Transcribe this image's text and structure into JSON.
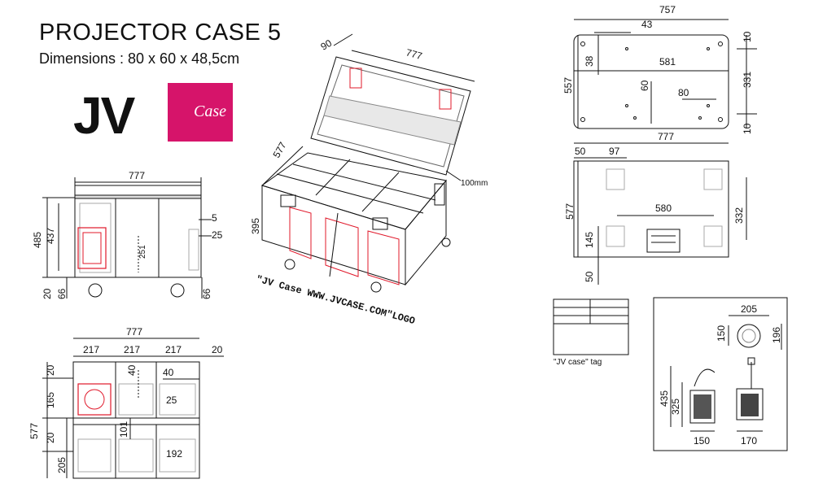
{
  "header": {
    "title": "PROJECTOR CASE 5",
    "subtitle": "Dimensions : 80 x 60 x 48,5cm"
  },
  "logo": {
    "jv": "JV",
    "case": "Case",
    "brand_color": "#d6146a"
  },
  "front_view": {
    "width": "777",
    "h_total": "485",
    "h_inner": "437",
    "d5": "5",
    "d25": "25",
    "h_left": "20",
    "d66a": "66",
    "d66b": "66",
    "d251": "251"
  },
  "top_view": {
    "width": "777",
    "cols": [
      "217",
      "217",
      "217"
    ],
    "d20_right": "20",
    "d40a": "40",
    "d40b": "40",
    "d25": "25",
    "d20_left": "20",
    "d165": "165",
    "depth": "577",
    "d20b": "20",
    "d101": "101",
    "d205": "205",
    "d192": "192"
  },
  "perspective": {
    "d90": "90",
    "d777": "777",
    "d577": "577",
    "d395": "395",
    "d100mm": "100mm",
    "url_text": "\"JV Case WWW.JVCASE.COM\"LOGO"
  },
  "lid_view": {
    "d757": "757",
    "d43": "43",
    "d10a": "10",
    "d38": "38",
    "d581": "581",
    "d557": "557",
    "d331": "331",
    "d60": "60",
    "d80": "80",
    "d10b": "10"
  },
  "bottom_view": {
    "d777": "777",
    "d50a": "50",
    "d97": "97",
    "d577": "577",
    "d580": "580",
    "d332": "332",
    "d145": "145",
    "d50b": "50"
  },
  "tag": {
    "caption": "\"JV case\" tag"
  },
  "fixture": {
    "d205": "205",
    "d150a": "150",
    "d196": "196",
    "d435": "435",
    "d325": "325",
    "d150b": "150",
    "d170": "170"
  },
  "colors": {
    "line": "#111111",
    "red": "#e0182a",
    "pink": "#d6146a"
  }
}
